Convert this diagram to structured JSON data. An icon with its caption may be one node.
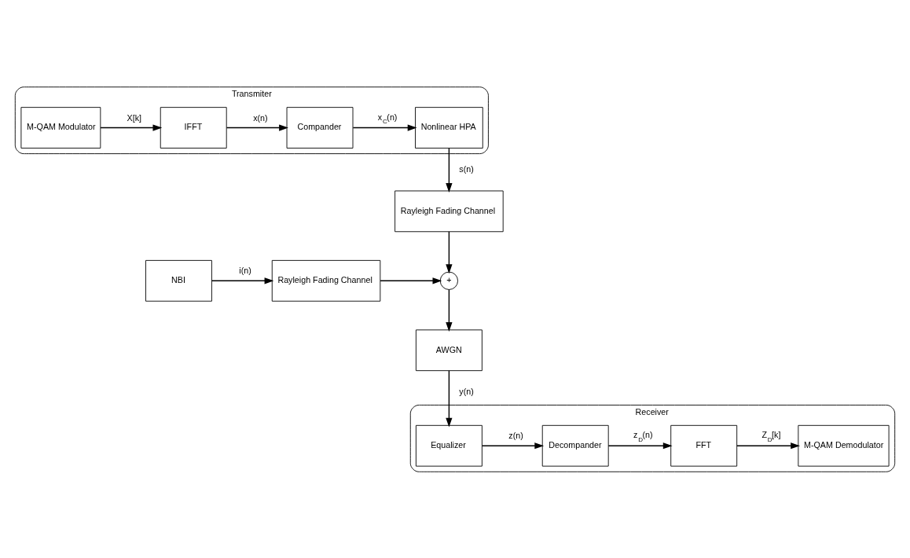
{
  "diagram": {
    "nodes": [
      {
        "text": [
          "Transmiter"
        ]
      },
      {
        "text": [
          "M-QAM Modulator"
        ],
        "in": 0
      },
      {
        "text": [
          "IFFT"
        ],
        "in": 0
      },
      {
        "text": [
          "Compander"
        ],
        "in": 0
      },
      {
        "text": [
          "Nonlinear HPA"
        ],
        "in": 0
      },
      {
        "text": [
          "Rayleigh Fading Channel"
        ]
      },
      {
        "text": [
          "NBI"
        ]
      },
      {
        "text": [
          "Rayleigh Fading Channel"
        ]
      },
      {
        "text": [
          "+"
        ]
      },
      {
        "text": [
          "AWGN"
        ]
      },
      {
        "text": [
          "Receiver"
        ]
      },
      {
        "text": [
          "M-QAM Demodulator"
        ],
        "in": 10
      },
      {
        "text": [
          "FFT"
        ],
        "in": 10
      },
      {
        "text": [
          "Decompander"
        ],
        "in": 10
      },
      {
        "text": [
          "Equalizer"
        ],
        "in": 10
      }
    ],
    "edges": [
      {
        "from": 1,
        "to": 2,
        "arrow": "to",
        "label": "X[k]"
      },
      {
        "from": 2,
        "to": 3,
        "arrow": "to",
        "label": "x(n)"
      },
      {
        "from": 3,
        "to": 4,
        "arrow": "to",
        "label": "x$_{C}$(n)"
      },
      {
        "from": 4,
        "to": 5,
        "arrow": "to",
        "label": "s(n)"
      },
      {
        "from": 5,
        "to": 8,
        "arrow": "to"
      },
      {
        "from": 6,
        "to": 7,
        "arrow": "to",
        "label": "i(n)"
      },
      {
        "from": 7,
        "to": 8,
        "arrow": "to"
      },
      {
        "from": 8,
        "to": 9,
        "arrow": "to"
      },
      {
        "from": 9,
        "to": 14,
        "arrow": "to",
        "label": "y(n)"
      },
      {
        "from": 14,
        "to": 13,
        "arrow": "to",
        "label": "z(n)"
      },
      {
        "from": 13,
        "to": 12,
        "arrow": "to",
        "label": "z$_{D}$(n)"
      },
      {
        "from": 12,
        "to": 11,
        "arrow": "to",
        "label": "Z$_{D}$[k]"
      }
    ]
  }
}
